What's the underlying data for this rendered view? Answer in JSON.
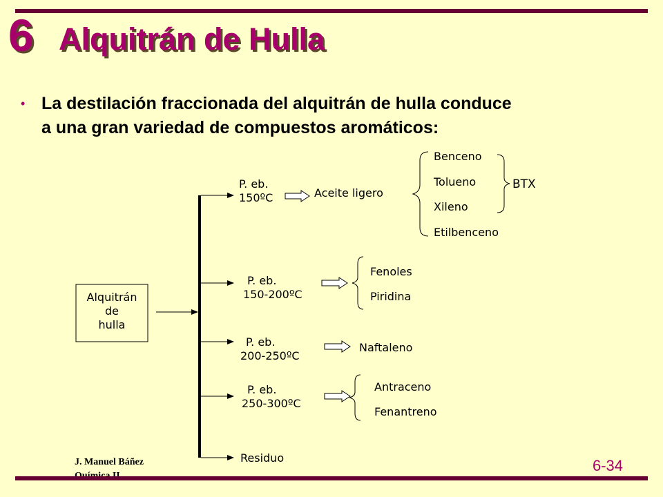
{
  "slide": {
    "number": "6",
    "title": "Alquitrán de Hulla",
    "bullet_lines": [
      "La destilación fraccionada del alquitrán de hulla conduce",
      "a una gran variedad de compuestos aromáticos:"
    ]
  },
  "diagram": {
    "source": [
      "Alquitrán",
      "de",
      "hulla"
    ],
    "fractions": [
      {
        "temp_lines": [
          "P. eb.",
          "150ºC"
        ],
        "product": "Aceite ligero"
      },
      {
        "temp_lines": [
          "P. eb.",
          "150-200ºC"
        ]
      },
      {
        "temp_lines": [
          "P. eb.",
          "200-250ºC"
        ]
      },
      {
        "temp_lines": [
          "P. eb.",
          "250-300ºC"
        ]
      },
      {
        "temp_lines": [
          "Residuo"
        ]
      }
    ],
    "light_oil_products": [
      "Benceno",
      "Tolueno",
      "Xileno",
      "Etilbenceno"
    ],
    "btx_label": "BTX",
    "phenol_products": [
      "Fenoles",
      "Piridina"
    ],
    "naphthalene_product": "Naftaleno",
    "anthracene_products": [
      "Antraceno",
      "Fenantreno"
    ]
  },
  "footer": {
    "author_lines": [
      "J. Manuel Báñez",
      "Química II"
    ],
    "page_id": "6-34"
  },
  "colors": {
    "background": "#FFFFCC",
    "accent": "#A8006A",
    "rule": "#660033"
  }
}
